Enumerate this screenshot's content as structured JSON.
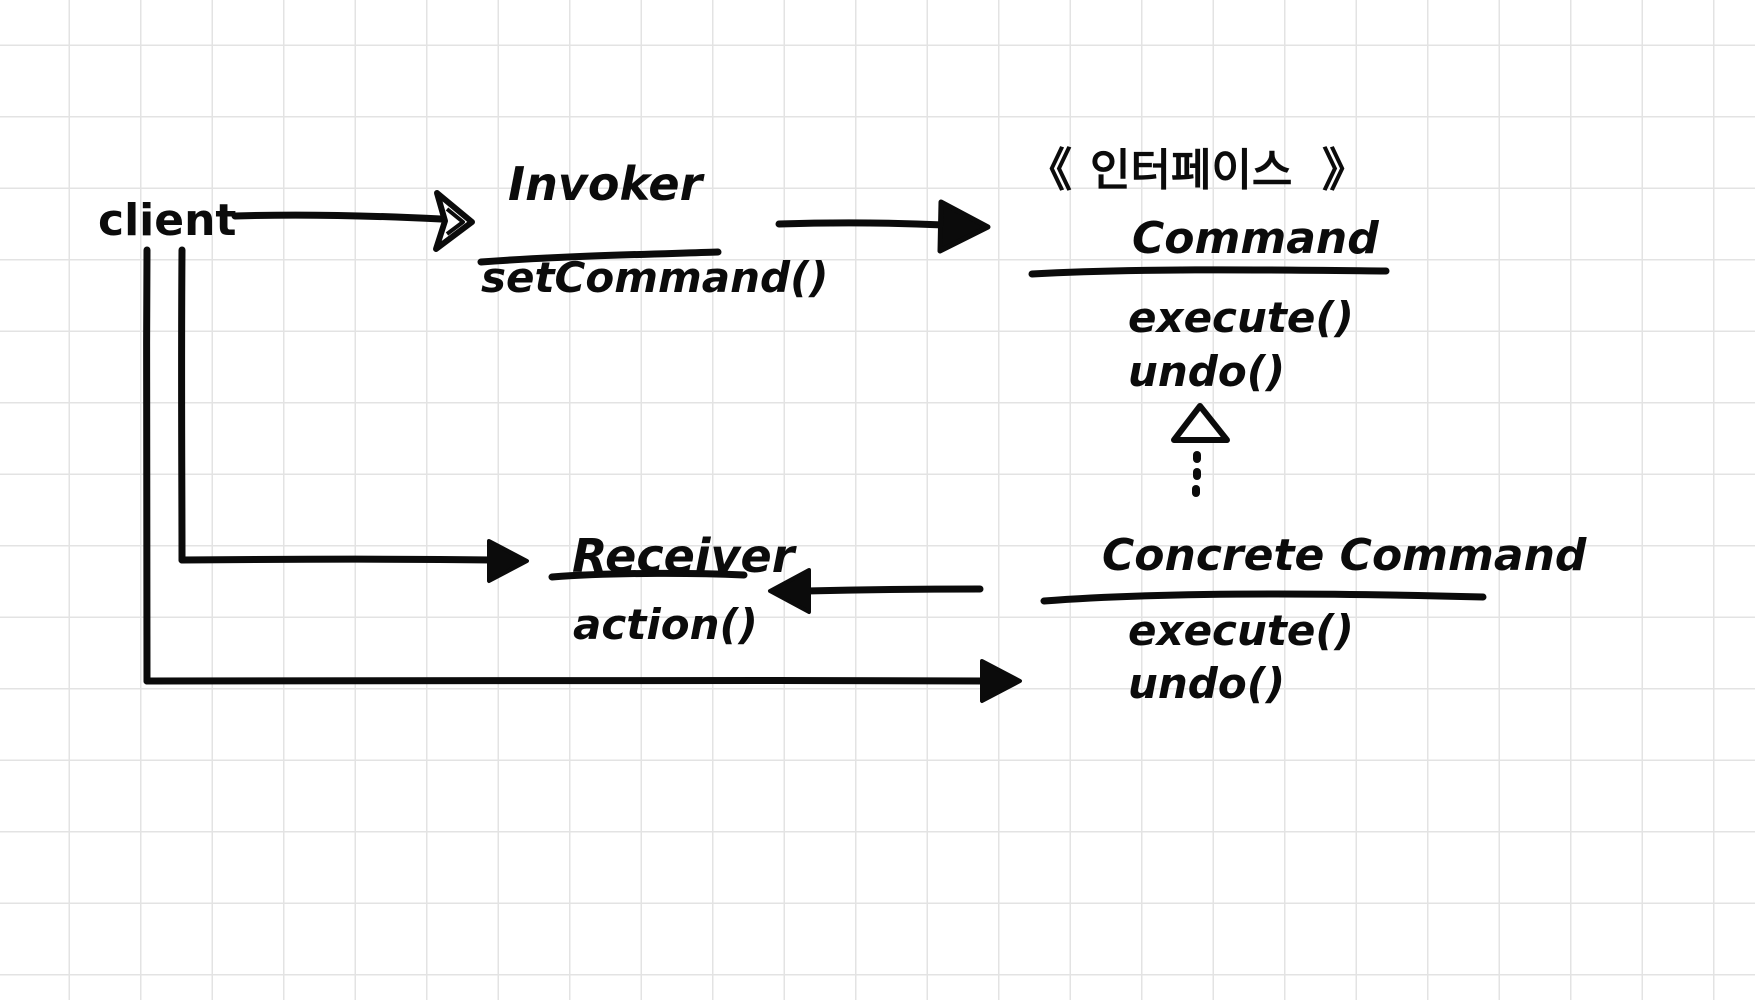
{
  "diagram": {
    "kind": "uml-class-diagram",
    "notation": "hand-drawn-on-graph-paper",
    "pattern": "Command",
    "ink_color": "#0b0b0b",
    "grid_color": "#e3e3e3",
    "background_color": "#ffffff"
  },
  "nodes": {
    "client": {
      "label": "client"
    },
    "invoker": {
      "title": "Invoker",
      "members": [
        "setCommand()"
      ]
    },
    "command": {
      "stereotype_open": "《",
      "stereotype_text": "인터페이스",
      "stereotype_close": "》",
      "title": "Command",
      "members": [
        "execute()",
        "undo()"
      ]
    },
    "receiver": {
      "title": "Receiver",
      "members": [
        "action()"
      ]
    },
    "concrete_command": {
      "title": "Concrete Command",
      "members": [
        "execute()",
        "undo()"
      ]
    }
  },
  "edges": [
    {
      "id": "client-to-invoker",
      "from": "client",
      "to": "invoker",
      "style": "solid",
      "arrowhead": "open-triangle"
    },
    {
      "id": "invoker-to-command",
      "from": "invoker",
      "to": "command",
      "style": "solid",
      "arrowhead": "filled-triangle"
    },
    {
      "id": "client-to-receiver",
      "from": "client",
      "to": "receiver",
      "style": "solid",
      "arrowhead": "filled-triangle"
    },
    {
      "id": "client-to-concrete-command",
      "from": "client",
      "to": "concrete_command",
      "style": "solid",
      "arrowhead": "filled-triangle"
    },
    {
      "id": "concrete-command-to-receiver",
      "from": "concrete_command",
      "to": "receiver",
      "style": "solid",
      "arrowhead": "filled-triangle"
    },
    {
      "id": "concrete-command-implements-command",
      "from": "concrete_command",
      "to": "command",
      "style": "dashed",
      "arrowhead": "hollow-triangle"
    }
  ]
}
